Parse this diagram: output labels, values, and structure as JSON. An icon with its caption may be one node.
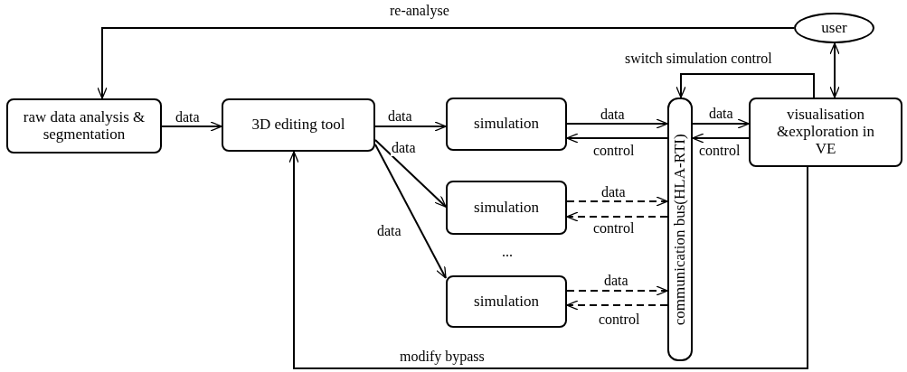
{
  "diagram": {
    "nodes": [
      {
        "text": [
          "user"
        ]
      },
      {
        "text": [
          "raw data analysis & segmentation"
        ]
      },
      {
        "text": [
          "3D editing tool"
        ]
      },
      {
        "text": [
          "simulation"
        ]
      },
      {
        "text": [
          "simulation"
        ]
      },
      {
        "text": [
          "simulation"
        ]
      },
      {
        "text": [
          "communication bus(HLA-RTI)"
        ]
      },
      {
        "text": [
          "visualisation &exploration in VE"
        ]
      }
    ],
    "edges": [
      {
        "from": 0,
        "to": 1,
        "arrow": "to",
        "label": "re-analyse"
      },
      {
        "from": 1,
        "to": 2,
        "arrow": "to",
        "label": "data"
      },
      {
        "from": 2,
        "to": 3,
        "arrow": "to",
        "label": "data"
      },
      {
        "from": 2,
        "to": 4,
        "arrow": "to",
        "label": "data"
      },
      {
        "from": 2,
        "to": 5,
        "arrow": "to",
        "label": "data"
      },
      {
        "from": 3,
        "to": 6,
        "arrow": "to",
        "label": "data"
      },
      {
        "from": 6,
        "to": 3,
        "arrow": "to",
        "label": "control"
      },
      {
        "from": 4,
        "to": 6,
        "arrow": "to",
        "label": "data",
        "style": "dashed"
      },
      {
        "from": 6,
        "to": 4,
        "arrow": "to",
        "label": "control",
        "style": "dashed"
      },
      {
        "from": 5,
        "to": 6,
        "arrow": "to",
        "label": "data",
        "style": "dashed"
      },
      {
        "from": 6,
        "to": 5,
        "arrow": "to",
        "label": "control",
        "style": "dashed"
      },
      {
        "from": 6,
        "to": 7,
        "arrow": "to",
        "label": "data"
      },
      {
        "from": 7,
        "to": 6,
        "arrow": "to",
        "label": "control"
      },
      {
        "from": 7,
        "to": 6,
        "arrow": "to",
        "label": "switch simulation control"
      },
      {
        "from": 0,
        "to": 7,
        "arrow": "both"
      },
      {
        "from": 7,
        "to": 2,
        "arrow": "to",
        "label": "modify bypass"
      }
    ],
    "labels": [
      "..."
    ]
  }
}
